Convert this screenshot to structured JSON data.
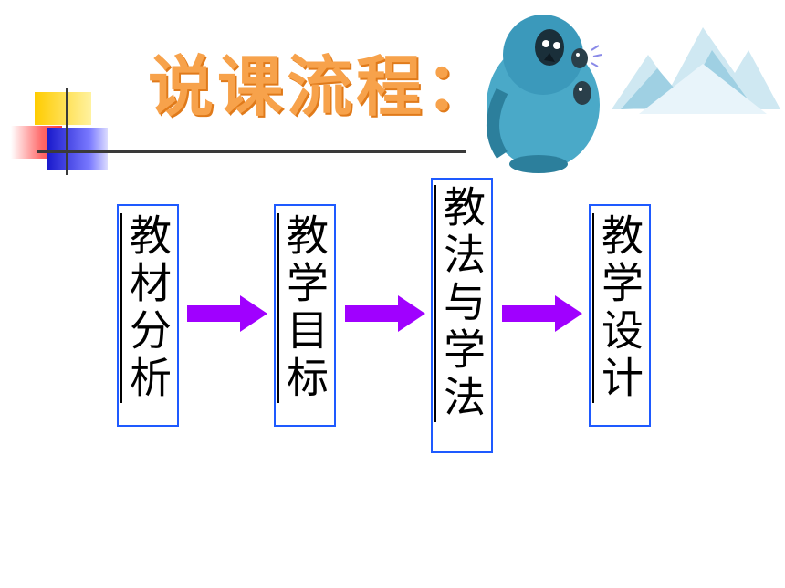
{
  "slide": {
    "title": "说课流程：",
    "steps": [
      {
        "label": "教材分析"
      },
      {
        "label": "教学目标"
      },
      {
        "label": "教法与学法"
      },
      {
        "label": "教学设计"
      }
    ],
    "colors": {
      "title": "#f7a24b",
      "box_border": "#1e5aff",
      "arrow": "#a000ff"
    },
    "icons": [
      "penguin-illustration",
      "decorative-squares"
    ]
  }
}
